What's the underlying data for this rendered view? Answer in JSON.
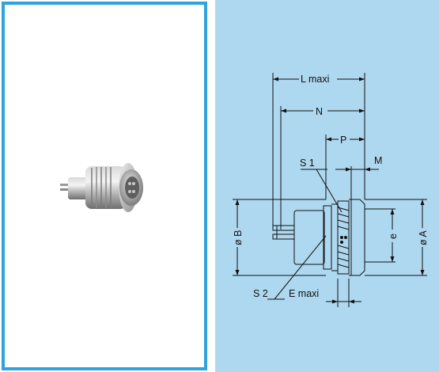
{
  "drawing": {
    "labels": {
      "l_maxi": "L maxi",
      "n": "N",
      "p": "P",
      "m": "M",
      "s1": "S 1",
      "s2": "S 2",
      "e_maxi": "E  maxi",
      "diam_b": "ø B",
      "diam_a": "ø A",
      "e": "e"
    }
  },
  "colors": {
    "panel_border": "#2ea3dd",
    "drawing_background": "#aed8f0"
  }
}
